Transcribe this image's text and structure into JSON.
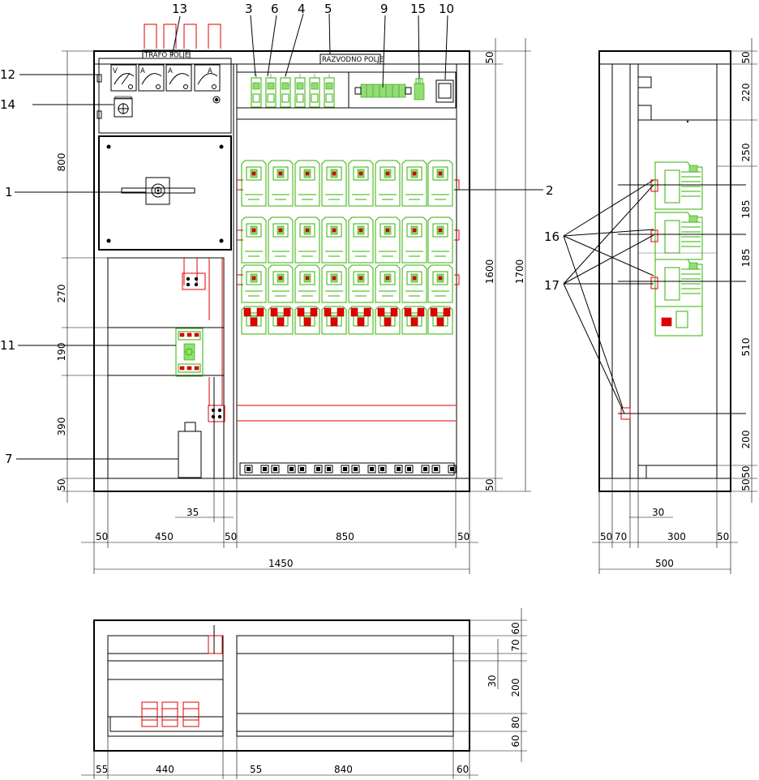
{
  "front_labels": {
    "trafo": "TRAFO POLJE",
    "razvodno": "RAZVODNO POLJE"
  },
  "callouts": [
    "13",
    "3",
    "6",
    "4",
    "5",
    "9",
    "15",
    "10",
    "12",
    "14",
    "1",
    "2",
    "11",
    "7",
    "16",
    "17"
  ],
  "meters": [
    "V",
    "A",
    "A",
    "A"
  ],
  "front_dims": {
    "vertical_left": [
      "800",
      "270",
      "190",
      "390",
      "50"
    ],
    "vertical_right": [
      "50",
      "1600",
      "1700",
      "50"
    ],
    "small": "35",
    "bottom_row": [
      "50",
      "450",
      "50",
      "850",
      "50"
    ],
    "total": "1450"
  },
  "side_dims": {
    "vertical": [
      "50",
      "220",
      "250",
      "185",
      "185",
      "510",
      "200",
      "50",
      "50"
    ],
    "inner": "30",
    "bottom_row": [
      "50",
      "70",
      "300",
      "50"
    ],
    "total": "500"
  },
  "plan_dims": {
    "vertical": [
      "60",
      "70",
      "30",
      "200",
      "80",
      "60"
    ],
    "bottom_row": [
      "55",
      "440",
      "55",
      "840",
      "60"
    ]
  }
}
